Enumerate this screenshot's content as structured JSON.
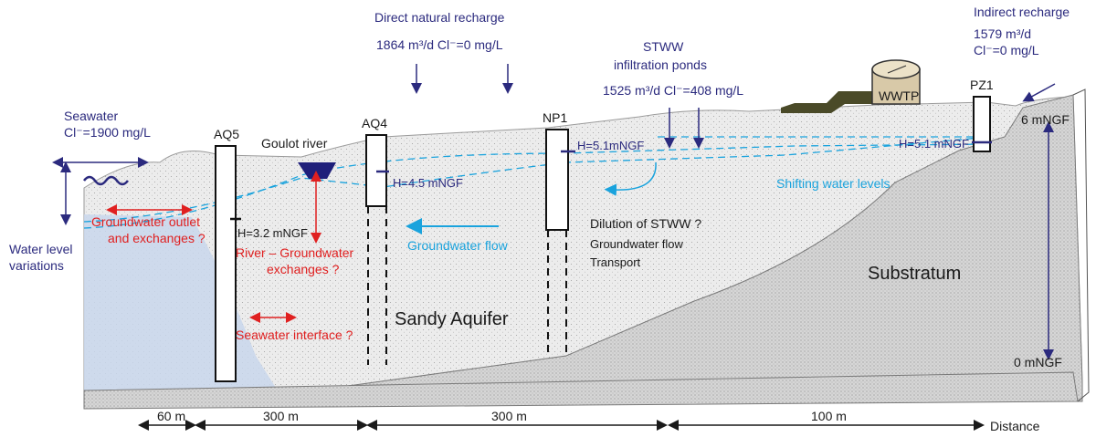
{
  "colors": {
    "navy": "#2b2a7e",
    "red": "#e02020",
    "cyan": "#1aa3dd",
    "text": "#1a1a1a",
    "sand_fill": "#ececec",
    "substratum_fill": "#d9d9d9",
    "seawater_fill": "#c9d7ec"
  },
  "labels": {
    "seawater_title": "Seawater",
    "seawater_cl": "Cl⁻=1900 mg/L",
    "water_level_1": "Water level",
    "water_level_2": "variations",
    "groundwater_outlet_1": "Groundwater outlet",
    "groundwater_outlet_2": "and exchanges ?",
    "river_gw_1": "River – Groundwater",
    "river_gw_2": "exchanges ?",
    "seawater_interface": "Seawater interface ?",
    "goulot_river": "Goulot river",
    "sandy_aquifer": "Sandy Aquifer",
    "groundwater_flow": "Groundwater flow",
    "dilution_1": "Dilution of STWW ?",
    "dilution_2": "Groundwater flow",
    "dilution_3": "Transport",
    "shifting_levels": "Shifting water levels",
    "substratum": "Substratum",
    "direct_recharge_title": "Direct natural recharge",
    "direct_recharge_values": "1864 m³/d   Cl⁻=0 mg/L",
    "stww_1": "STWW",
    "stww_2": "infiltration ponds",
    "stww_values": "1525 m³/d  Cl⁻=408 mg/L",
    "indirect_title": "Indirect recharge",
    "indirect_flow": "1579 m³/d",
    "indirect_cl": "Cl⁻=0 mg/L",
    "wwtp": "WWTP",
    "six_mngf": "6 mNGF",
    "zero_mngf": "0 mNGF",
    "distance": "Distance"
  },
  "wells": [
    {
      "name": "AQ5",
      "head": "H=3.2 mNGF"
    },
    {
      "name": "AQ4",
      "head": "H=4.5 mNGF"
    },
    {
      "name": "NP1",
      "head": "H=5.1mNGF"
    },
    {
      "name": "PZ1",
      "head": "H=5.1 mNGF"
    }
  ],
  "distances": [
    "60 m",
    "300 m",
    "300 m",
    "100 m"
  ]
}
